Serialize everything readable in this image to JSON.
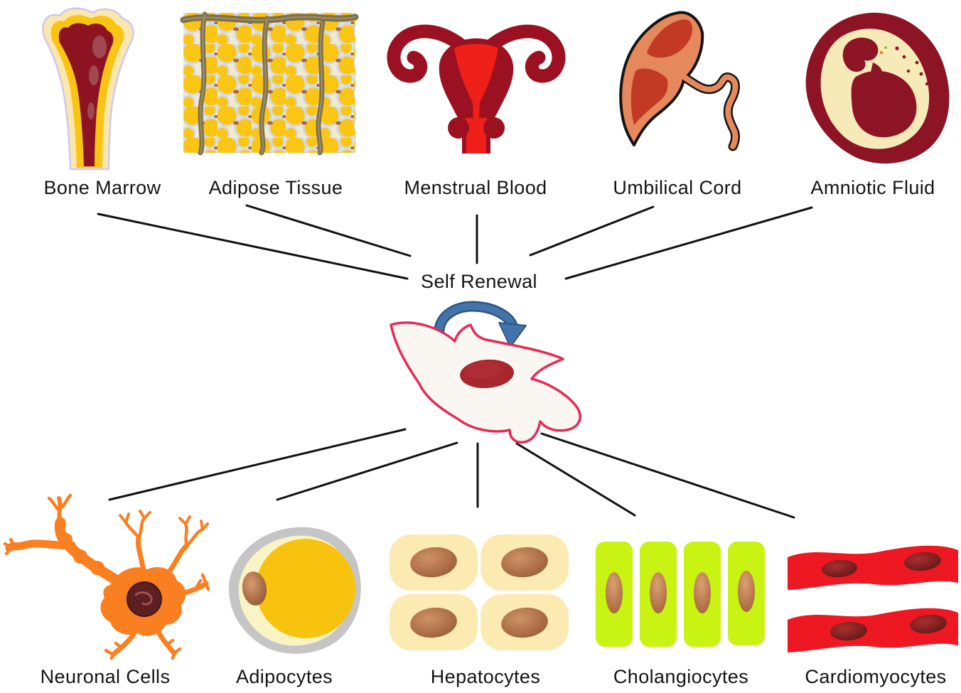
{
  "figure": {
    "center_label": "Self Renewal",
    "sources": [
      {
        "label": "Bone Marrow",
        "icon": "bone-marrow-icon"
      },
      {
        "label": "Adipose Tissue",
        "icon": "adipose-tissue-icon"
      },
      {
        "label": "Menstrual Blood",
        "icon": "uterus-icon"
      },
      {
        "label": "Umbilical Cord",
        "icon": "placenta-cord-icon"
      },
      {
        "label": "Amniotic Fluid",
        "icon": "fetus-amniotic-sac-icon"
      }
    ],
    "derivatives": [
      {
        "label": "Neuronal Cells",
        "icon": "neuron-icon"
      },
      {
        "label": "Adipocytes",
        "icon": "adipocyte-icon"
      },
      {
        "label": "Hepatocytes",
        "icon": "hepatocyte-cells-icon"
      },
      {
        "label": "Cholangiocytes",
        "icon": "cholangiocyte-cells-icon"
      },
      {
        "label": "Cardiomyocytes",
        "icon": "cardiomyocyte-fibers-icon"
      }
    ],
    "colors": {
      "connector_line": "#111111",
      "label_text": "#141414",
      "self_renewal_arrow_blue": "#4273ab",
      "stem_cell_outline_pink": "#e52b57",
      "stem_cell_nucleus_red": "#a8262e",
      "bone_cortex_gold": "#f9c413",
      "bone_marrow_red": "#8d1322",
      "adipose_fat_yellow": "#fbc514",
      "uterus_maroon": "#9b1122",
      "menstrual_blood_red": "#ee2019",
      "placenta_salmon": "#e5895d",
      "placenta_brick_red": "#c23a24",
      "amniotic_maroon": "#8c1424",
      "amniotic_cream": "#f6eab8",
      "neuron_orange": "#fa7f21",
      "adipocyte_yellow": "#f7c30f",
      "hepatocyte_cream": "#fbeab2",
      "cholangiocyte_green": "#c8f313",
      "cardiomyocyte_red": "#ee1823"
    }
  }
}
